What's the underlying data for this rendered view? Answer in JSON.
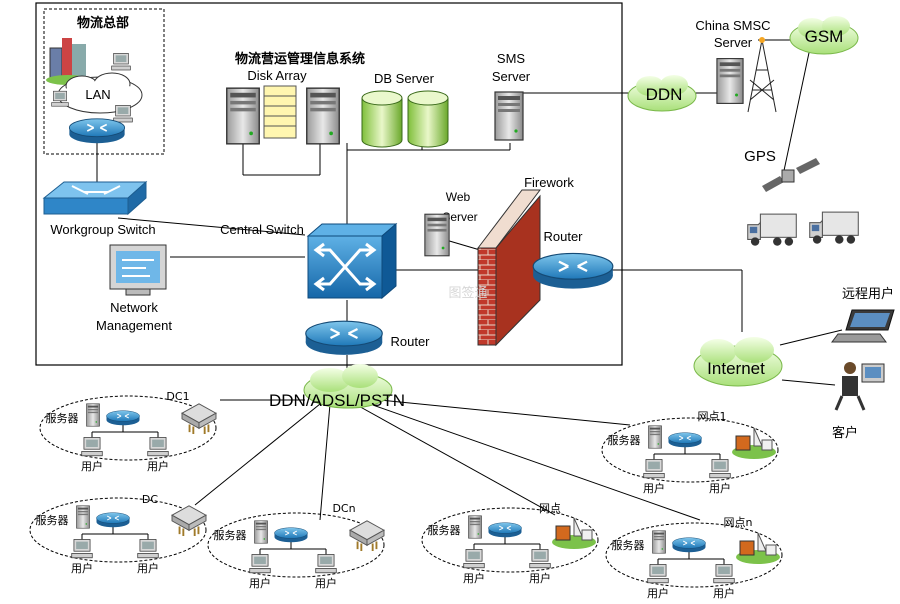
{
  "hq": {
    "title": "物流总部",
    "lan": "LAN"
  },
  "system": {
    "title": "物流营运管理信息系统",
    "disk_array": "Disk Array",
    "db_server": "DB Server",
    "sms_server": [
      "SMS",
      "Server"
    ]
  },
  "network": {
    "workgroup_switch": "Workgroup Switch",
    "central_switch": "Central Switch",
    "network_management": [
      "Network",
      "Management"
    ],
    "web_server": [
      "Web",
      "Server"
    ],
    "firewall": "Firework",
    "router_right": "Router",
    "router_bottom": "Router",
    "ddn_adsl": "DDN/ADSL/PSTN"
  },
  "external": {
    "china_smsc": [
      "China SMSC",
      "Server"
    ],
    "gsm": "GSM",
    "ddn": "DDN",
    "gps": "GPS",
    "internet": "Internet",
    "remote_user": "远程用户",
    "customer": "客户"
  },
  "branches": {
    "server_label": "服务器",
    "user_label": "用户",
    "dc_labels": [
      "DC1",
      "DC",
      "DCn"
    ],
    "outlet_labels": [
      "网点1",
      "网点",
      "网点n"
    ]
  },
  "watermark": "图签通"
}
